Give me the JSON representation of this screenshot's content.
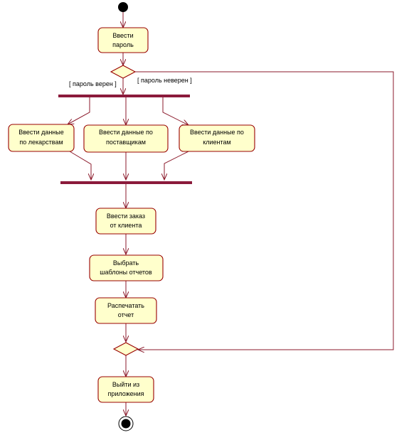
{
  "activities": {
    "enter_password": [
      "Ввести",
      "пароль"
    ],
    "enter_drugs": [
      "Ввести данные",
      "по лекарствам"
    ],
    "enter_suppliers": [
      "Ввести данные по",
      "поставщикам"
    ],
    "enter_clients": [
      "Ввести данные по",
      "клиентам"
    ],
    "enter_order": [
      "Ввести заказ",
      "от клиента"
    ],
    "choose_templates": [
      "Выбрать",
      "шаблоны отчетов"
    ],
    "print_report": [
      "Распечатать",
      "отчет"
    ],
    "exit_app": [
      "Выйти из",
      "приложения"
    ]
  },
  "guards": {
    "password_ok": "[ пароль верен ]",
    "password_bad": "[ пароль неверен ]"
  },
  "colors": {
    "activity_fill": "#ffffcc",
    "border": "#990000",
    "bar": "#8b1a3b",
    "arrow": "#8b1a2b"
  }
}
